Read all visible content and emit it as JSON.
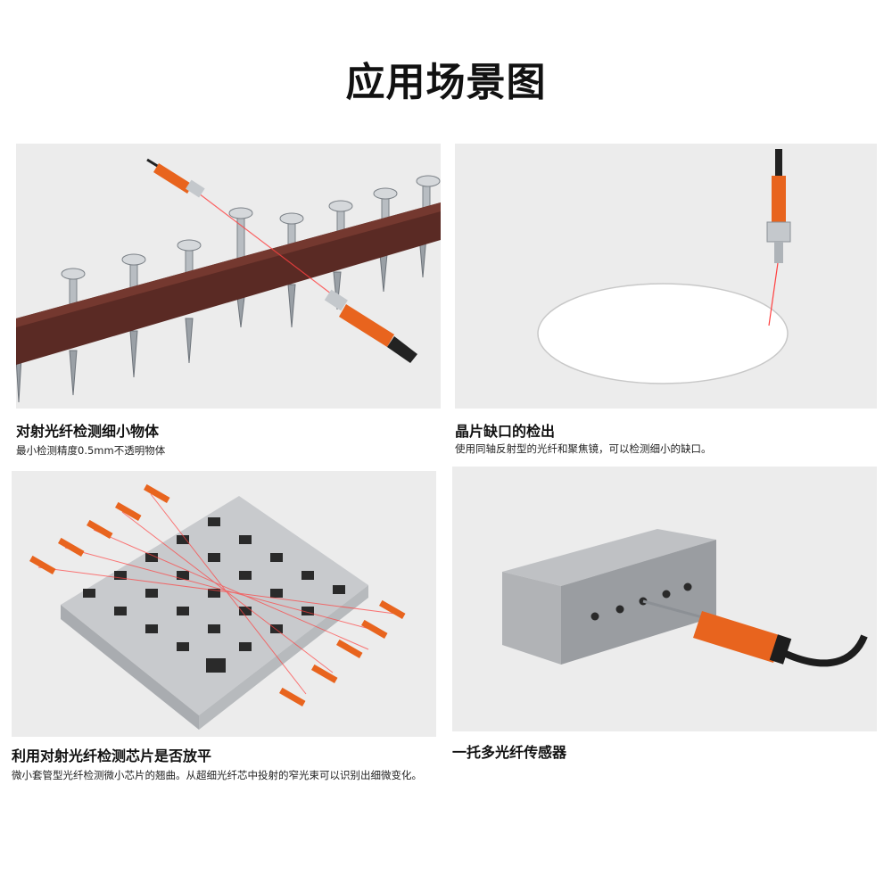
{
  "page_title": "应用场景图",
  "scenes": [
    {
      "title": "对射光纤检测细小物体",
      "desc": "最小检测精度0.5mm不透明物体"
    },
    {
      "title": "晶片缺口的检出",
      "desc": "使用同轴反射型的光纤和聚焦镜，可以检测细小的缺口。"
    },
    {
      "title": "利用对射光纤检测芯片是否放平",
      "desc": "微小套管型光纤检测微小芯片的翘曲。从超细光纤芯中投射的窄光束可以识别出细微变化。"
    },
    {
      "title": "一托多光纤传感器",
      "desc": ""
    }
  ],
  "colors": {
    "sensor_orange": "#e8641e",
    "beam_red": "#ff4040",
    "rail_brown": "#5a2a24"
  }
}
